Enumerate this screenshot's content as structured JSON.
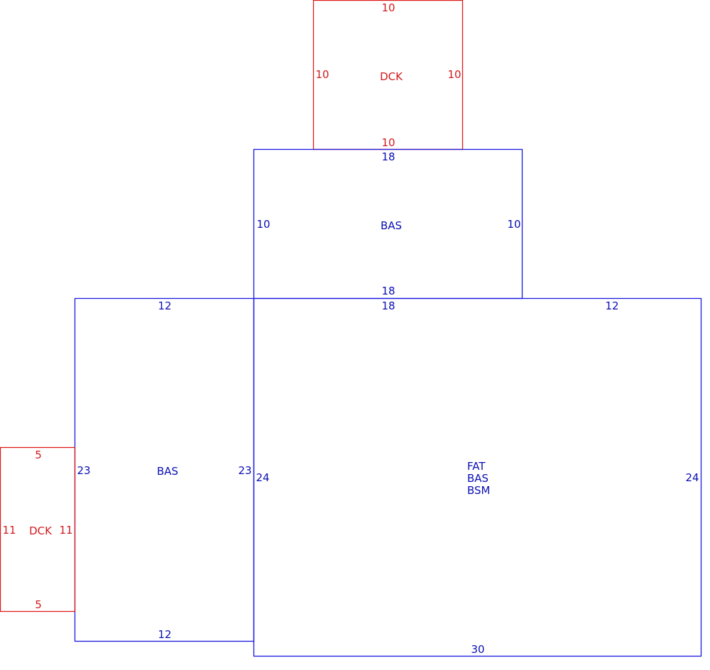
{
  "colors": {
    "deck": "#d2191e",
    "base": "#0a0fb4"
  },
  "dck_top": {
    "code": "DCK",
    "dims": {
      "top": "10",
      "left": "10",
      "right": "10",
      "bottom": "10"
    }
  },
  "bas_upper": {
    "code": "BAS",
    "dims": {
      "top": "18",
      "left": "10",
      "right": "10",
      "bottom": "18"
    }
  },
  "bas_left": {
    "code": "BAS",
    "dims": {
      "top": "12",
      "left": "23",
      "right": "23",
      "bottom": "12"
    }
  },
  "main": {
    "codes": [
      "FAT",
      "BAS",
      "BSM"
    ],
    "dims": {
      "top_left": "18",
      "top_right": "12",
      "left": "24",
      "right": "24",
      "bottom": "30"
    }
  },
  "dck_left": {
    "code": "DCK",
    "dims": {
      "top": "5",
      "left": "11",
      "right": "11",
      "bottom": "5"
    }
  }
}
